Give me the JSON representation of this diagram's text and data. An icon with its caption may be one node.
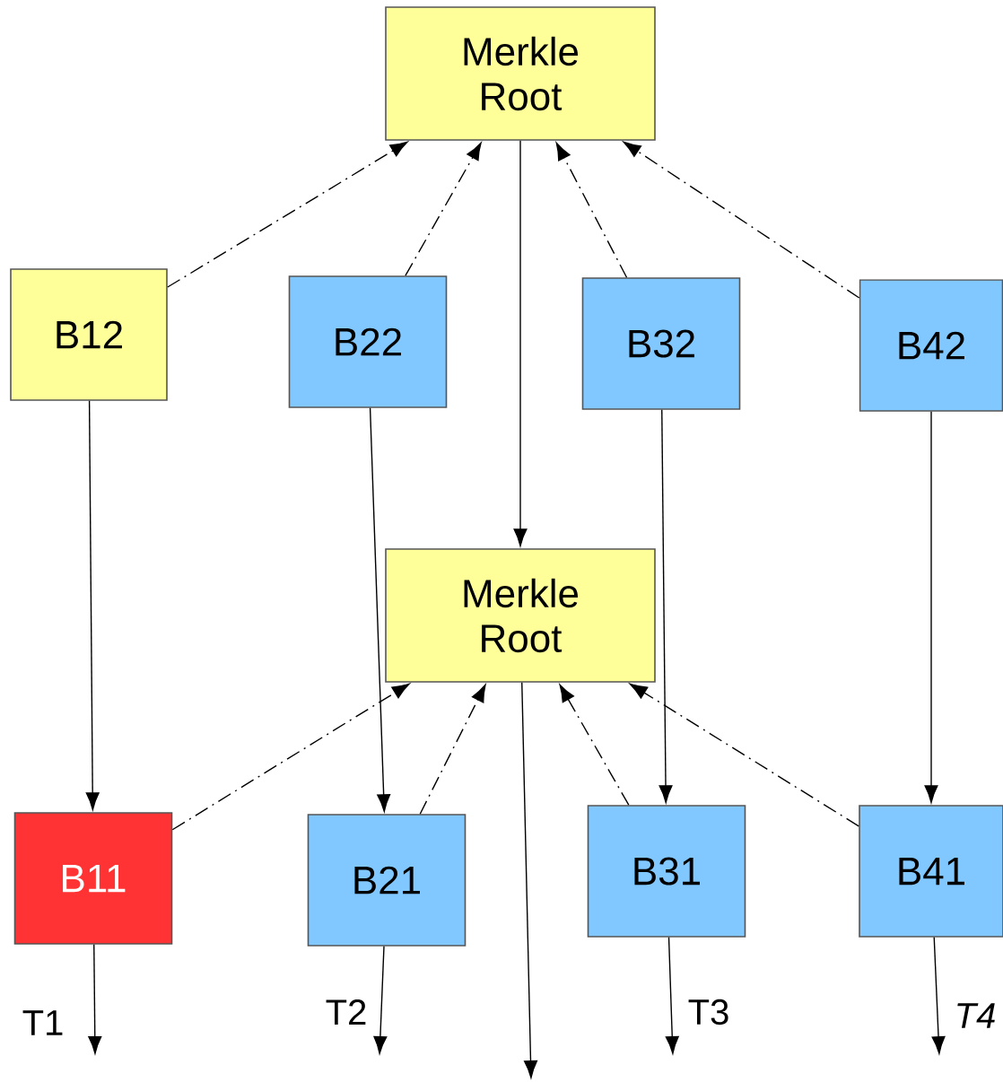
{
  "diagram": {
    "nodes": [
      {
        "text": [
          "Merkle Root"
        ]
      },
      {
        "text": [
          "B12"
        ]
      },
      {
        "text": [
          "B22"
        ]
      },
      {
        "text": [
          "B32"
        ]
      },
      {
        "text": [
          "B42"
        ]
      },
      {
        "text": [
          "Merkle Root"
        ]
      },
      {
        "text": [
          "B11"
        ]
      },
      {
        "text": [
          "B21"
        ]
      },
      {
        "text": [
          "B31"
        ]
      },
      {
        "text": [
          "B41"
        ]
      }
    ],
    "edges": [
      {
        "from": 1,
        "to": 0,
        "arrow": "to",
        "style": "dashed"
      },
      {
        "from": 2,
        "to": 0,
        "arrow": "to",
        "style": "dashed"
      },
      {
        "from": 3,
        "to": 0,
        "arrow": "to",
        "style": "dashed"
      },
      {
        "from": 4,
        "to": 0,
        "arrow": "to",
        "style": "dashed"
      },
      {
        "from": 0,
        "to": 5,
        "arrow": "to"
      },
      {
        "from": 1,
        "to": 6,
        "arrow": "to"
      },
      {
        "from": 2,
        "to": 7,
        "arrow": "to"
      },
      {
        "from": 3,
        "to": 8,
        "arrow": "to"
      },
      {
        "from": 4,
        "to": 9,
        "arrow": "to"
      },
      {
        "from": 6,
        "to": 5,
        "arrow": "to",
        "style": "dashed"
      },
      {
        "from": 7,
        "to": 5,
        "arrow": "to",
        "style": "dashed"
      },
      {
        "from": 8,
        "to": 5,
        "arrow": "to",
        "style": "dashed"
      },
      {
        "from": 9,
        "to": 5,
        "arrow": "to",
        "style": "dashed"
      },
      {
        "from": 6,
        "to": null,
        "arrow": "to",
        "label": "T1"
      },
      {
        "from": 7,
        "to": null,
        "arrow": "to",
        "label": "T2"
      },
      {
        "from": 8,
        "to": null,
        "arrow": "to",
        "label": "T3"
      },
      {
        "from": 9,
        "to": null,
        "arrow": "to",
        "label": "T4"
      },
      {
        "from": 5,
        "to": null,
        "arrow": "to"
      }
    ]
  }
}
